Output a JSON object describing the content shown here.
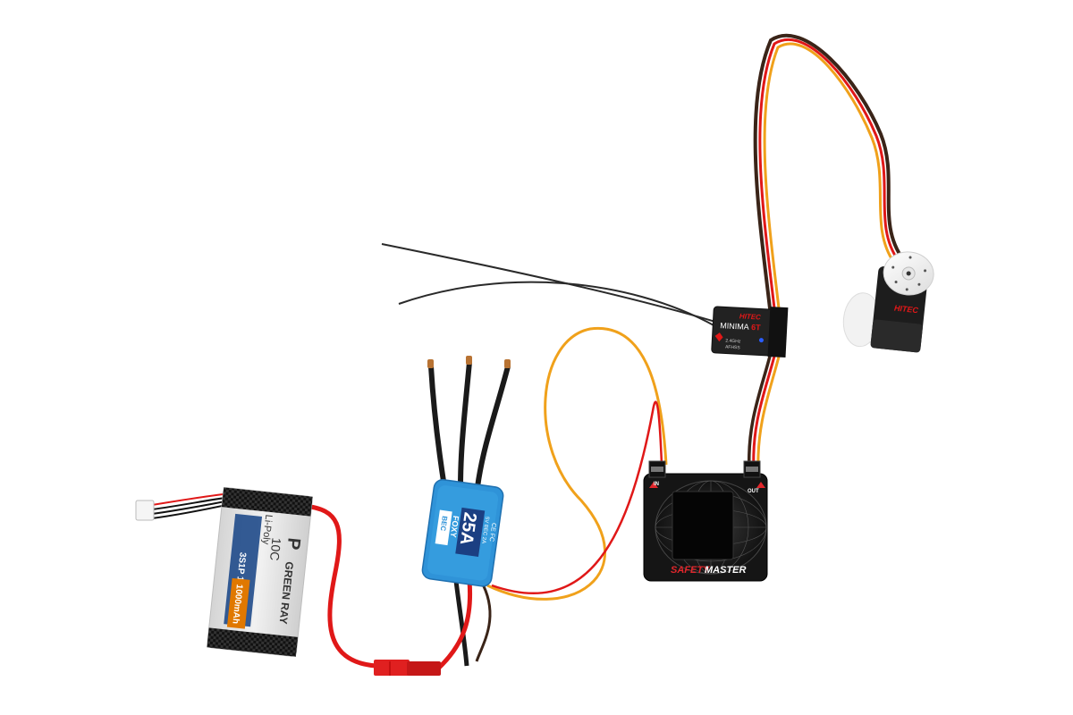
{
  "battery": {
    "brand": "GREEN RAY",
    "spec": "3S1P 11.1V",
    "discharge": "10C",
    "type": "Li-Poly",
    "capacity": "1000mAh",
    "brand_logo": "P"
  },
  "esc": {
    "rating": "25A",
    "brand": "FOXY",
    "badge": "BEC",
    "note": "5V BEC 2A",
    "marks": "CE FC"
  },
  "receiver": {
    "brand": "HITEC",
    "model": "MINIMA",
    "model_suffix": "6T",
    "band": "2.4GHz",
    "protocol": "AFHSS"
  },
  "servo": {
    "brand": "HITEC"
  },
  "tester": {
    "name_part1": "SAFETY",
    "name_part2": "MASTER",
    "in_label": "IN",
    "out_label": "OUT"
  },
  "colors": {
    "battery_body": "#e3e3e3",
    "esc_blue": "#2f93d8",
    "tester_red": "#e0262b",
    "red_wire": "#e01818",
    "orange_wire": "#f0a11b"
  }
}
